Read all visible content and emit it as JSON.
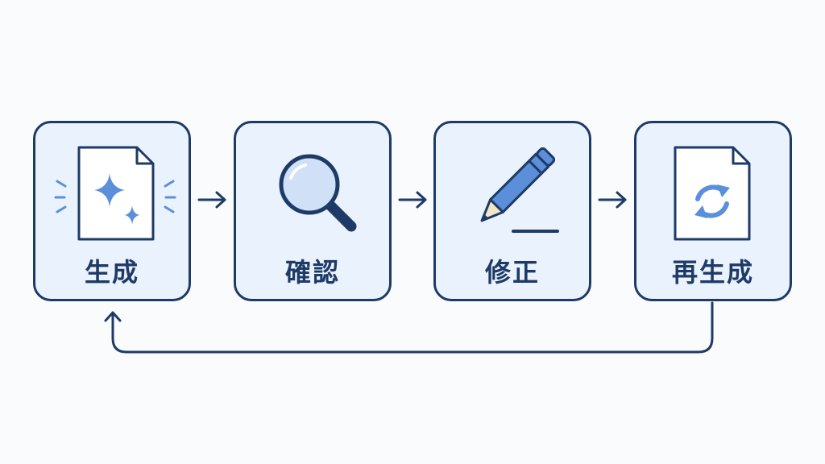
{
  "steps": [
    {
      "label": "生成",
      "icon": "sparkle-document-icon"
    },
    {
      "label": "確認",
      "icon": "magnifier-icon"
    },
    {
      "label": "修正",
      "icon": "pencil-icon"
    },
    {
      "label": "再生成",
      "icon": "refresh-document-icon"
    }
  ],
  "colors": {
    "stroke": "#1e3a66",
    "box_fill": "#eaf2fd",
    "accent": "#5b8fd9",
    "accent_light": "#cfe0f7",
    "background": "#fafbfd"
  }
}
